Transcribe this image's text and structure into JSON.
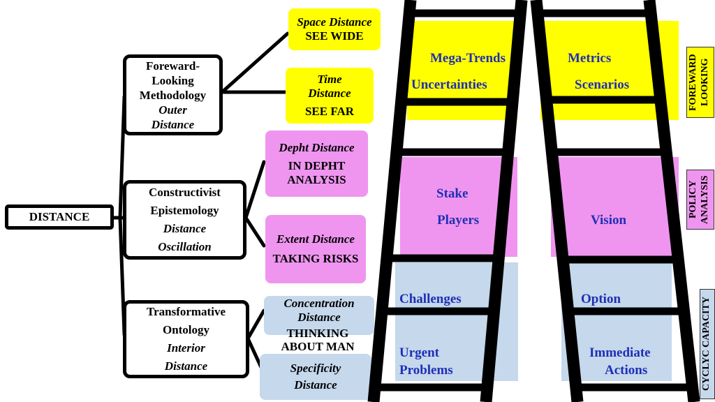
{
  "root": {
    "label": "DISTANCE"
  },
  "nodes": [
    {
      "lines": [
        "Foreward-",
        "Looking",
        "Methodology"
      ],
      "italic": [
        "Outer",
        "Distance"
      ]
    },
    {
      "lines": [
        "Constructivist",
        "Epistemology"
      ],
      "italic": [
        "Distance",
        "Oscillation"
      ]
    },
    {
      "lines": [
        "Transformative",
        "Ontology"
      ],
      "italic": [
        "Interior",
        "Distance"
      ]
    }
  ],
  "leaves": {
    "space": {
      "italic": "Space Distance",
      "caps": "SEE WIDE"
    },
    "time": {
      "italic1": "Time",
      "italic2": "Distance",
      "caps": "SEE FAR"
    },
    "depth": {
      "italic": "Depht Distance",
      "caps1": "IN DEPHT",
      "caps2": "ANALYSIS"
    },
    "extent": {
      "italic": "Extent Distance",
      "caps": "TAKING RISKS"
    },
    "concentration": {
      "italic1": "Concentration",
      "italic2": "Distance",
      "caps1": "THINKING",
      "caps2": "ABOUT MAN"
    },
    "specificity": {
      "italic1": "Specificity",
      "italic2": "Distance"
    }
  },
  "ladder": {
    "mega_trends": "Mega-Trends",
    "uncertainties": "Uncertainties",
    "metrics": "Metrics",
    "scenarios": "Scenarios",
    "stake": "Stake",
    "players": "Players",
    "vision": "Vision",
    "challenges": "Challenges",
    "option": "Option",
    "urgent": "Urgent",
    "problems": "Problems",
    "immediate": "Immediate",
    "actions": "Actions"
  },
  "side_labels": {
    "foreward": [
      "FOREWARD",
      "LOOKING"
    ],
    "policy": [
      "POLICY",
      "ANALYSIS"
    ],
    "cyclyc": "CYCLYC CAPACITY"
  },
  "colors": {
    "yellow": "#ffff00",
    "pink": "#ef95ef",
    "blue": "#c5d8ec",
    "ladder_text": "#1f2fb5"
  }
}
